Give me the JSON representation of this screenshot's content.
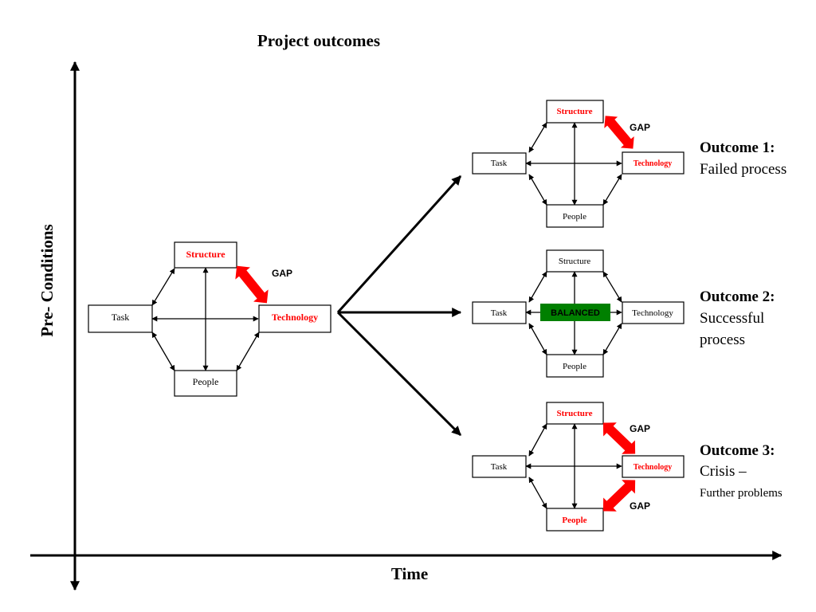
{
  "title": "Project outcomes",
  "axes": {
    "y_label": "Pre- Conditions",
    "x_label": "Time"
  },
  "colors": {
    "gap_arrow": "#ff0000",
    "red_text": "#ff0000",
    "balanced_fill": "#008000",
    "line": "#000000"
  },
  "precondition": {
    "structure": "Structure",
    "task": "Task",
    "technology": "Technology",
    "people": "People",
    "gap": "GAP"
  },
  "outcome1": {
    "structure": "Structure",
    "task": "Task",
    "technology": "Technology",
    "people": "People",
    "gap": "GAP",
    "heading": "Outcome 1:",
    "desc": "Failed process"
  },
  "outcome2": {
    "structure": "Structure",
    "task": "Task",
    "technology": "Technology",
    "people": "People",
    "balanced": "BALANCED",
    "heading": "Outcome 2:",
    "desc_line1": "Successful",
    "desc_line2": "process"
  },
  "outcome3": {
    "structure": "Structure",
    "task": "Task",
    "technology": "Technology",
    "people": "People",
    "gap_top": "GAP",
    "gap_bottom": "GAP",
    "heading": "Outcome 3:",
    "desc_line1": "Crisis –",
    "desc_line2": "Further problems"
  }
}
